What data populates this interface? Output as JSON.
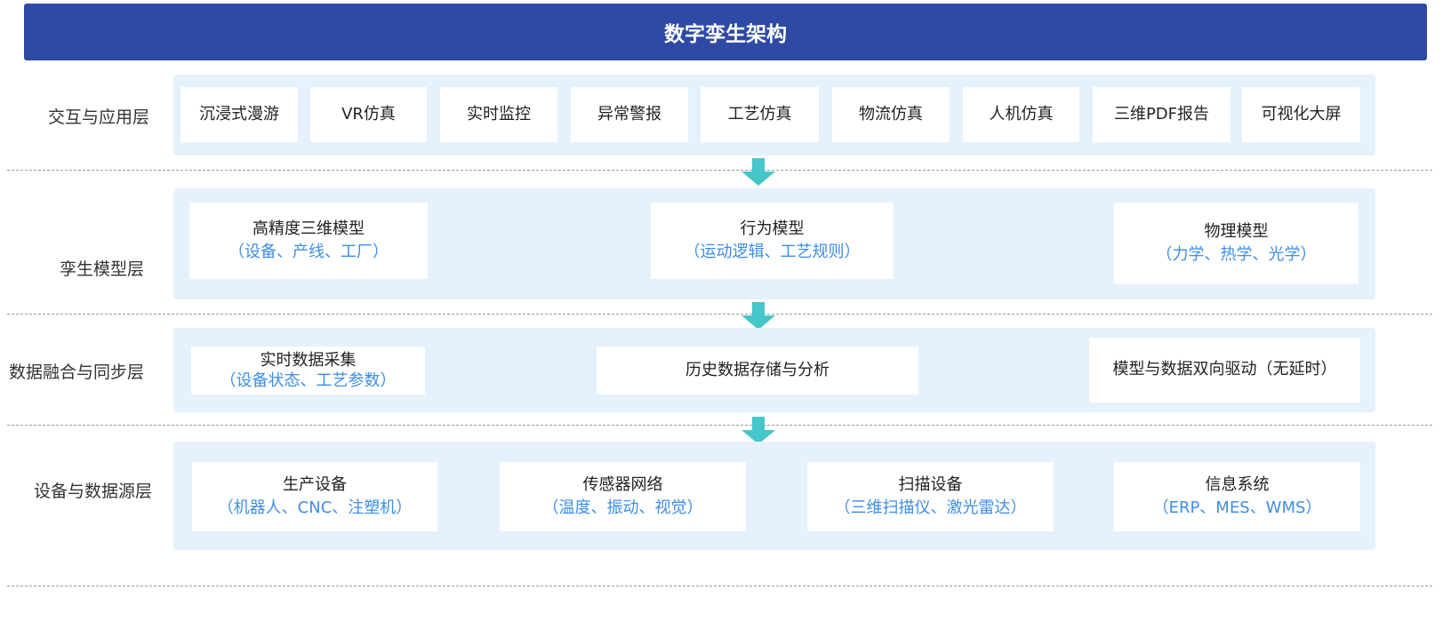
{
  "title": "数字孪生架构",
  "layers": {
    "interaction": {
      "label": "交互与应用层",
      "items": [
        "沉浸式漫游",
        "VR仿真",
        "实时监控",
        "异常警报",
        "工艺仿真",
        "物流仿真",
        "人机仿真",
        "三维PDF报告",
        "可视化大屏"
      ]
    },
    "twin_model": {
      "label": "孪生模型层",
      "items": [
        {
          "title": "高精度三维模型",
          "sub": "（设备、产线、工厂）"
        },
        {
          "title": "行为模型",
          "sub": "（运动逻辑、工艺规则）"
        },
        {
          "title": "物理模型",
          "sub": "（力学、热学、光学）"
        }
      ]
    },
    "data_fusion": {
      "label": "数据融合与同步层",
      "items": [
        {
          "title": "实时数据采集",
          "sub": "（设备状态、工艺参数）"
        },
        {
          "title": "历史数据存储与分析",
          "sub": ""
        },
        {
          "title": "模型与数据双向驱动（无延时）",
          "sub": ""
        }
      ]
    },
    "device_source": {
      "label": "设备与数据源层",
      "items": [
        {
          "title": "生产设备",
          "sub": "（机器人、CNC、注塑机）"
        },
        {
          "title": "传感器网络",
          "sub": "（温度、振动、视觉）"
        },
        {
          "title": "扫描设备",
          "sub": "（三维扫描仪、激光雷达）"
        },
        {
          "title": "信息系统",
          "sub": "（ERP、MES、WMS）"
        }
      ]
    }
  },
  "colors": {
    "header": "#2f4aa4",
    "band": "#e5f1fc",
    "accent_text": "#3d8ee6",
    "arrow": "#45c6c9"
  }
}
